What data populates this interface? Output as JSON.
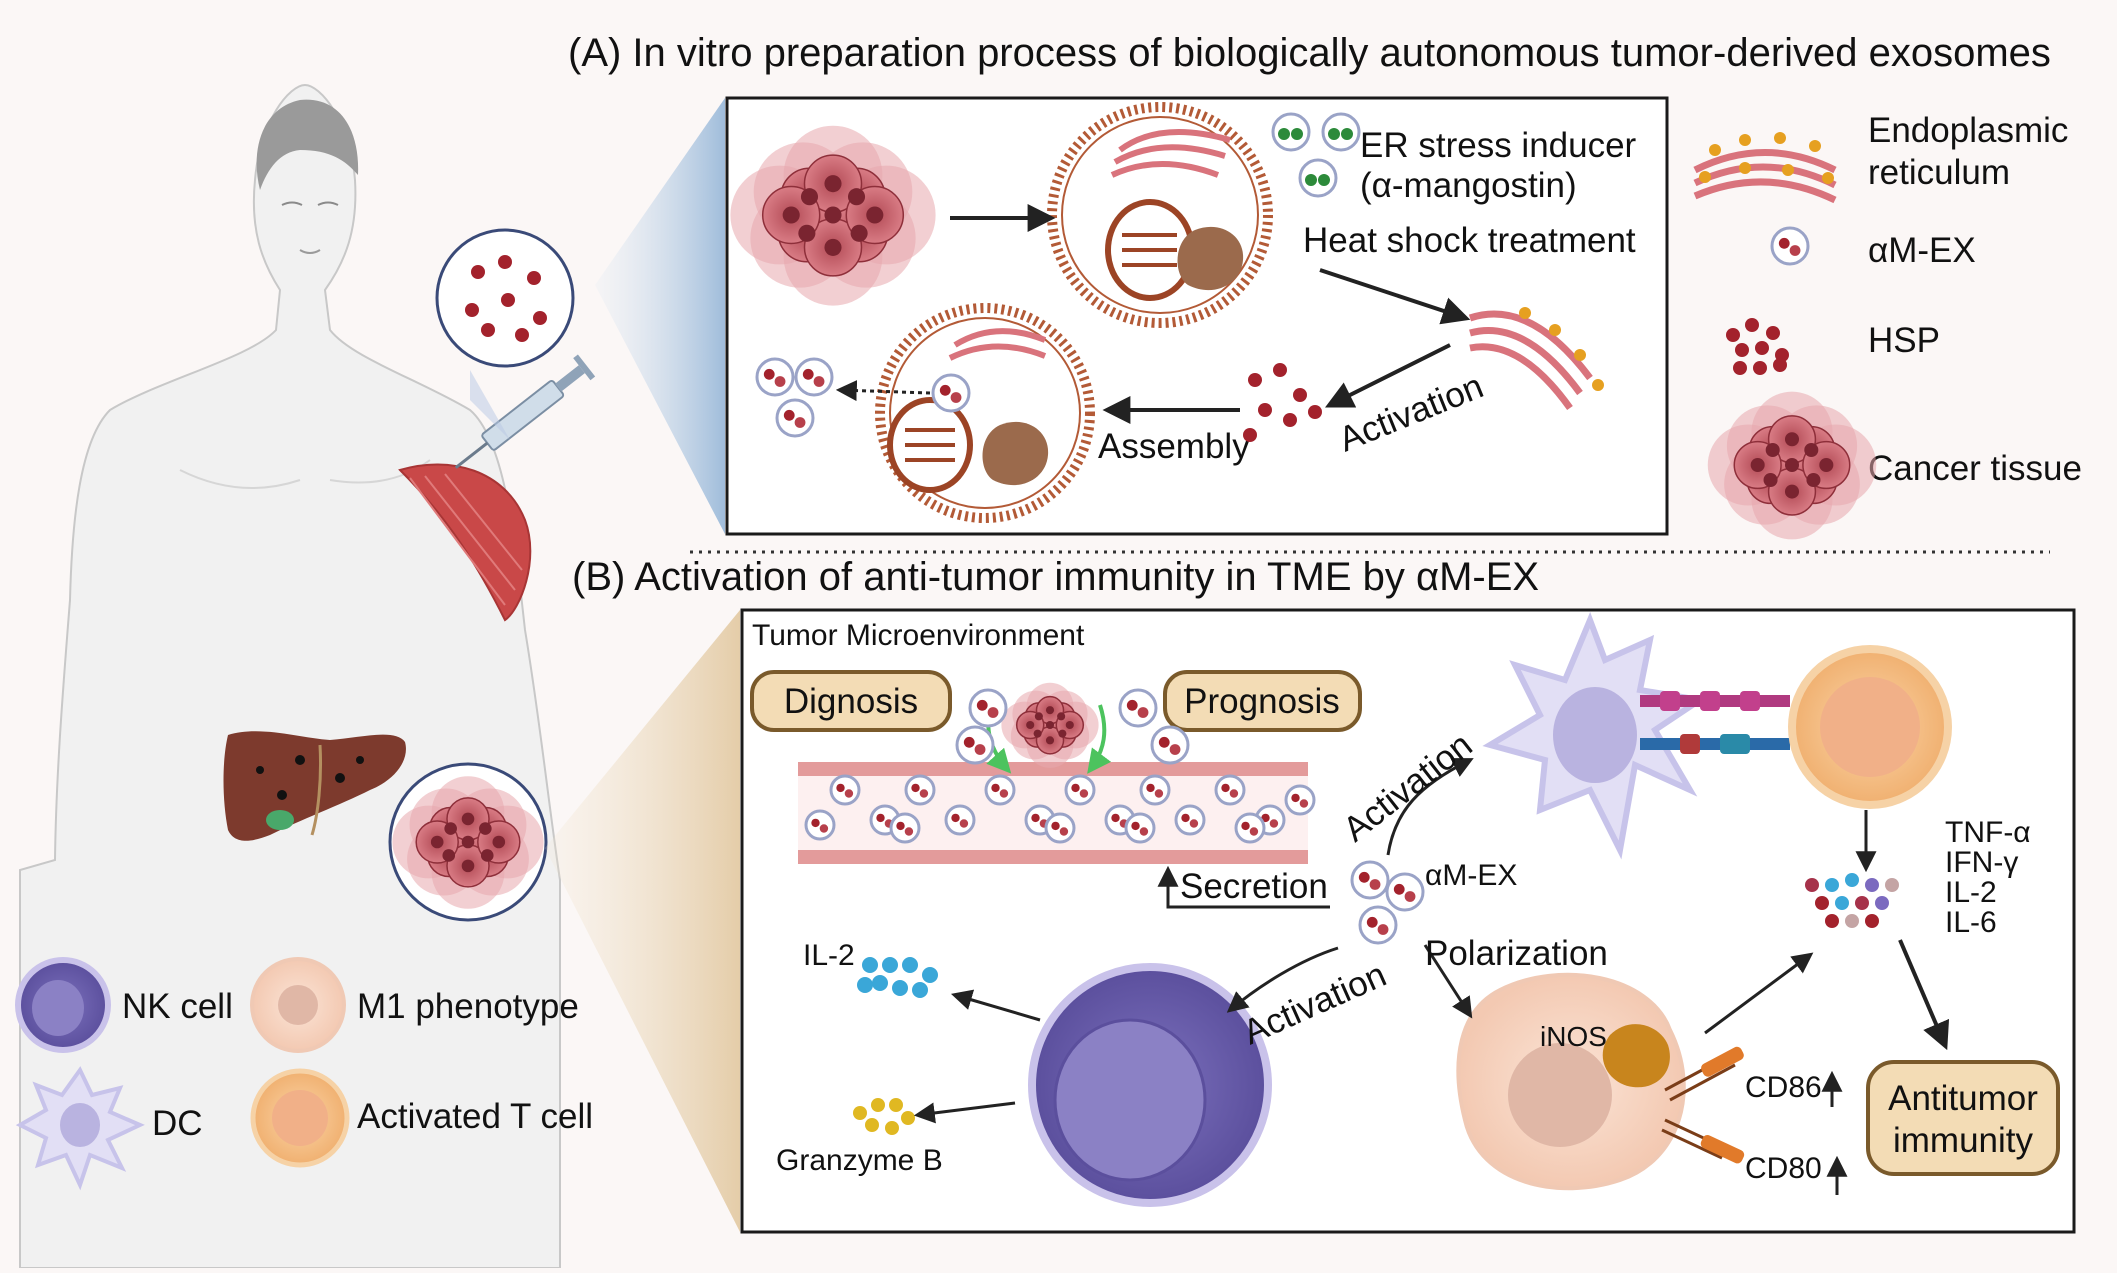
{
  "panel_a": {
    "title": "(A) In vitro preparation process of biologically autonomous tumor-derived exosomes",
    "inducer_line1": "ER stress inducer",
    "inducer_line2": "(α-mangostin)",
    "heat_shock": "Heat shock treatment",
    "activation": "Activation",
    "assembly": "Assembly"
  },
  "legend_a": {
    "er_line1": "Endoplasmic",
    "er_line2": "reticulum",
    "exosome": "αM-EX",
    "hsp": "HSP",
    "cancer": "Cancer tissue"
  },
  "panel_b": {
    "title": "(B) Activation of anti-tumor immunity in TME by αM-EX",
    "tme": "Tumor Microenvironment",
    "diagnosis": "Dignosis",
    "prognosis": "Prognosis",
    "secretion": "Secretion",
    "exosome": "αM-EX",
    "activation_dc": "Activation",
    "activation_nk": "Activation",
    "polarization": "Polarization",
    "il2": "IL-2",
    "granzyme": "Granzyme B",
    "inos": "iNOS",
    "cd86": "CD86",
    "cd80": "CD80",
    "cytokines": [
      "TNF-α",
      "IFN-γ",
      "IL-2",
      "IL-6"
    ],
    "antitumor_line1": "Antitumor",
    "antitumor_line2": "immunity"
  },
  "legend_b": {
    "nk": "NK cell",
    "m1": "M1  phenotype",
    "dc": "DC",
    "t_cell": "Activated T cell"
  },
  "colors": {
    "frame": "#1a1a1a",
    "exosome_border": "#9aa3c7",
    "exosome_cargo": "#a3222c",
    "hsp": "#a3222c",
    "er": "#d9737c",
    "er_dots": "#e6a020",
    "mito_border": "#9c4425",
    "inducer": "#2c8a3a",
    "nk": "#7166b0",
    "dc": "#c7c3ea",
    "t_cell": "#f2b980",
    "m1": "#f6d3c2",
    "il2": "#3aa7d8",
    "granzyme": "#e0b822",
    "inos": "#c8851d",
    "pill": "#f3dcb5",
    "vessel": "#e39b9b",
    "green_arrow": "#4cc35e"
  }
}
